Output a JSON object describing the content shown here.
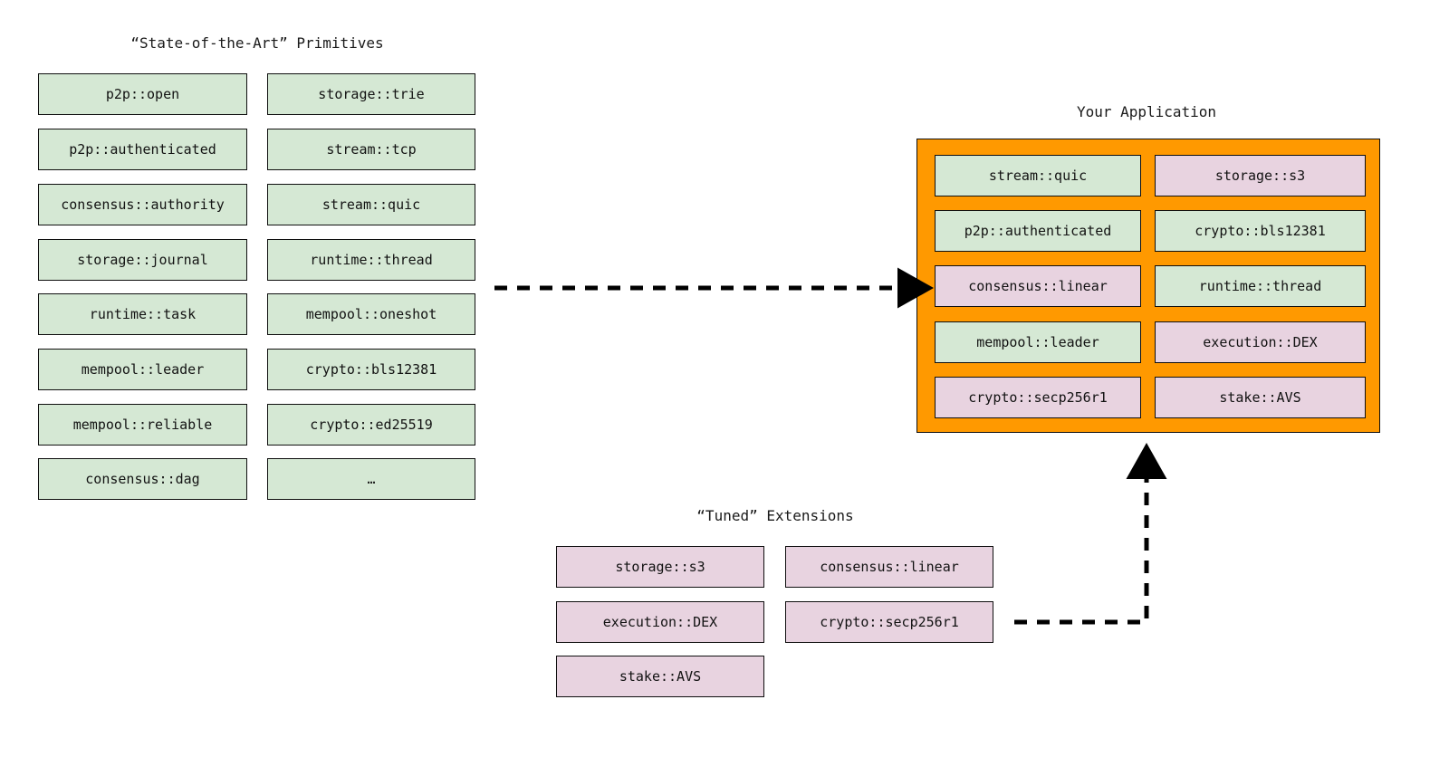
{
  "diagram": {
    "background": "#ffffff",
    "colors": {
      "primitive_fill": "#d5e8d4",
      "extension_fill": "#e8d3e0",
      "application_fill": "#ff9900",
      "stroke": "#0f0f0f",
      "text": "#121212"
    }
  },
  "primitives": {
    "title": "“State-of-the-Art” Primitives",
    "column_left": [
      {
        "label": "p2p::open"
      },
      {
        "label": "p2p::authenticated"
      },
      {
        "label": "consensus::authority"
      },
      {
        "label": "storage::journal"
      },
      {
        "label": "runtime::task"
      },
      {
        "label": "mempool::leader"
      },
      {
        "label": "mempool::reliable"
      },
      {
        "label": "consensus::dag"
      }
    ],
    "column_right": [
      {
        "label": "storage::trie"
      },
      {
        "label": "stream::tcp"
      },
      {
        "label": "stream::quic"
      },
      {
        "label": "runtime::thread"
      },
      {
        "label": "mempool::oneshot"
      },
      {
        "label": "crypto::bls12381"
      },
      {
        "label": "crypto::ed25519"
      },
      {
        "label": "…"
      }
    ]
  },
  "application": {
    "title": "Your Application",
    "column_left": [
      {
        "label": "stream::quic",
        "kind": "primitive"
      },
      {
        "label": "p2p::authenticated",
        "kind": "primitive"
      },
      {
        "label": "consensus::linear",
        "kind": "extension"
      },
      {
        "label": "mempool::leader",
        "kind": "primitive"
      },
      {
        "label": "crypto::secp256r1",
        "kind": "extension"
      }
    ],
    "column_right": [
      {
        "label": "storage::s3",
        "kind": "extension"
      },
      {
        "label": "crypto::bls12381",
        "kind": "primitive"
      },
      {
        "label": "runtime::thread",
        "kind": "primitive"
      },
      {
        "label": "execution::DEX",
        "kind": "extension"
      },
      {
        "label": "stake::AVS",
        "kind": "extension"
      }
    ]
  },
  "extensions": {
    "title": "“Tuned” Extensions",
    "column_left": [
      {
        "label": "storage::s3"
      },
      {
        "label": "execution::DEX"
      },
      {
        "label": "stake::AVS"
      }
    ],
    "column_right": [
      {
        "label": "consensus::linear"
      },
      {
        "label": "crypto::secp256r1"
      }
    ]
  },
  "connectors": [
    {
      "name": "primitives-to-application",
      "style": "dashed",
      "direction": "right"
    },
    {
      "name": "extensions-to-application",
      "style": "dashed",
      "direction": "up"
    }
  ]
}
